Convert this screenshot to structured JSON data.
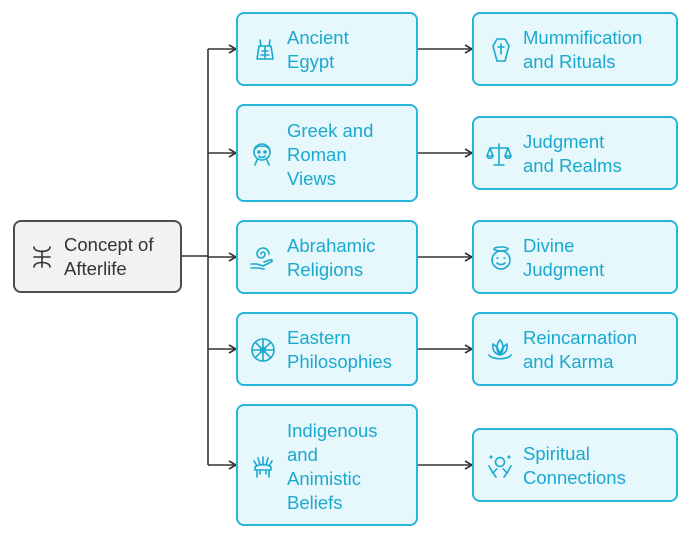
{
  "colors": {
    "accent": "#27b5d9",
    "accent_text": "#1aa9cf",
    "accent_fill": "#e6f8fc",
    "root_border": "#4d4d4d",
    "root_fill": "#f2f2f2",
    "line": "#333333"
  },
  "root": {
    "label": "Concept of\nAfterlife",
    "icon": "afterlife-symbol-icon"
  },
  "branches": [
    {
      "label": "Ancient\nEgypt",
      "icon": "egyptian-headdress-icon",
      "child": {
        "label": "Mummification\nand Rituals",
        "icon": "coffin-icon"
      }
    },
    {
      "label": "Greek and\nRoman\nViews",
      "icon": "greek-bust-icon",
      "child": {
        "label": "Judgment\nand Realms",
        "icon": "scales-icon"
      }
    },
    {
      "label": "Abrahamic\nReligions",
      "icon": "hand-spiral-icon",
      "child": {
        "label": "Divine\nJudgment",
        "icon": "angel-halo-icon"
      }
    },
    {
      "label": "Eastern\nPhilosophies",
      "icon": "dharma-wheel-icon",
      "child": {
        "label": "Reincarnation\nand Karma",
        "icon": "lotus-icon"
      }
    },
    {
      "label": "Indigenous\nand\nAnimistic\nBeliefs",
      "icon": "feather-headdress-icon",
      "child": {
        "label": "Spiritual\nConnections",
        "icon": "spiritual-hands-icon"
      }
    }
  ]
}
